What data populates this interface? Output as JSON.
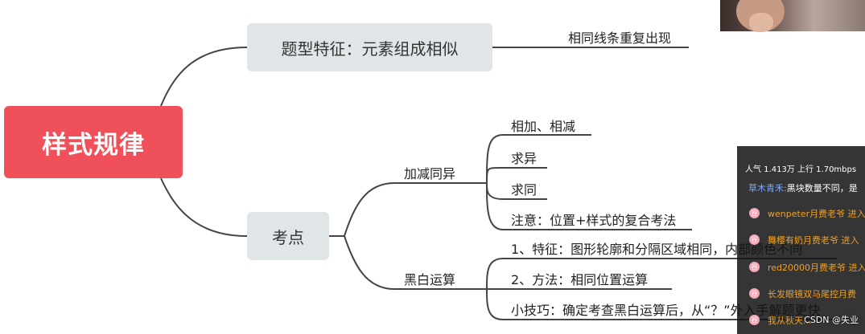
{
  "mindmap": {
    "root": "样式规律",
    "branch1": {
      "label": "题型特征：元素组成相似",
      "child": "相同线条重复出现"
    },
    "branch2": {
      "label": "考点",
      "sub1": {
        "label": "加减同异",
        "items": [
          "相加、相减",
          "求异",
          "求同",
          "注意：位置+样式的复合考法"
        ]
      },
      "sub2": {
        "label": "黑白运算",
        "items": [
          "1、特征：图形轮廓和分隔区域相同，内部颜色不同",
          "2、方法：相同位置运算",
          "小技巧：确定考查黑白运算后，从“？”外入手解题更快"
        ]
      }
    }
  },
  "overlay": {
    "stats": "人气 1.413万  上行 1.70mbps",
    "first_user": "草木青禾:",
    "first_msg": "黑块数量不同，是",
    "messages": [
      "wenpeter月费老爷 进入",
      "舞樱有奶月费老爷 进入",
      "red20000月费老爷 进入",
      "长发眼镜双马尾控月费",
      "我从秋天..."
    ],
    "badge": "谷",
    "watermark": "CSDN @失业"
  },
  "colors": {
    "root": "#ef5059",
    "branch_fill": "#e0e6e8",
    "line": "#444444",
    "chat_bg": "#141414"
  }
}
